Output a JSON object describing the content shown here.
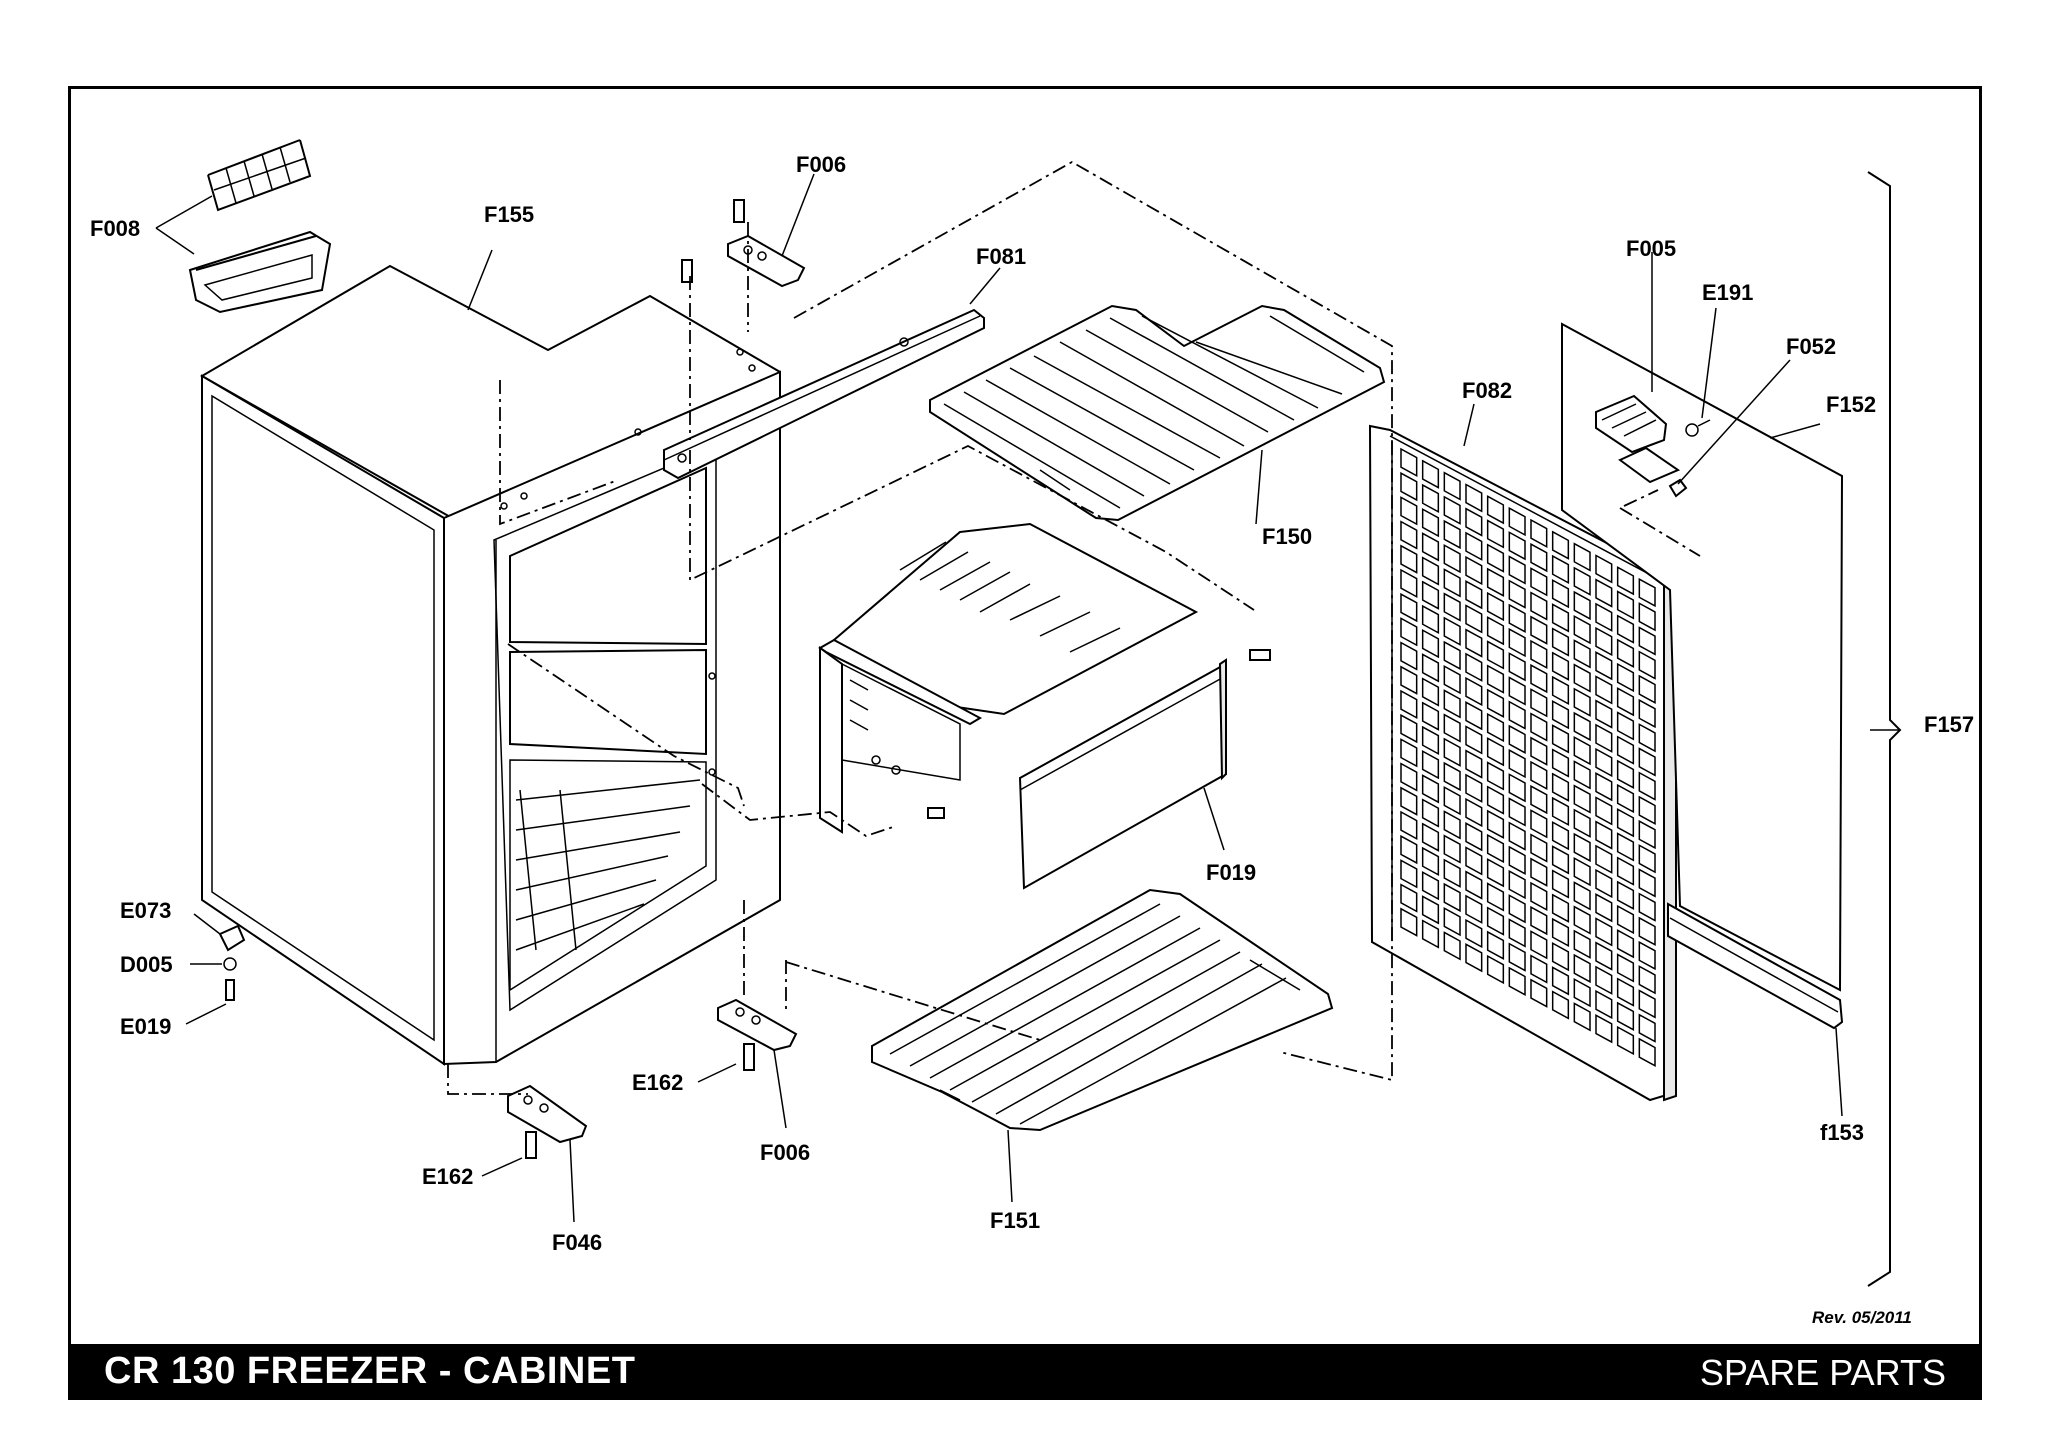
{
  "title": "CR 130 FREEZER - CABINET",
  "section": "SPARE PARTS",
  "revision": "Rev. 05/2011",
  "labels": {
    "F008": "F008",
    "F155": "F155",
    "F006_top": "F006",
    "F081": "F081",
    "F005": "F005",
    "E191": "E191",
    "F052": "F052",
    "F082": "F082",
    "F152": "F152",
    "F150": "F150",
    "F157": "F157",
    "F019": "F019",
    "E073": "E073",
    "D005": "D005",
    "E019": "E019",
    "E162_mid": "E162",
    "F006_bottom": "F006",
    "E162_left": "E162",
    "F046": "F046",
    "F151": "F151",
    "f153": "f153"
  }
}
